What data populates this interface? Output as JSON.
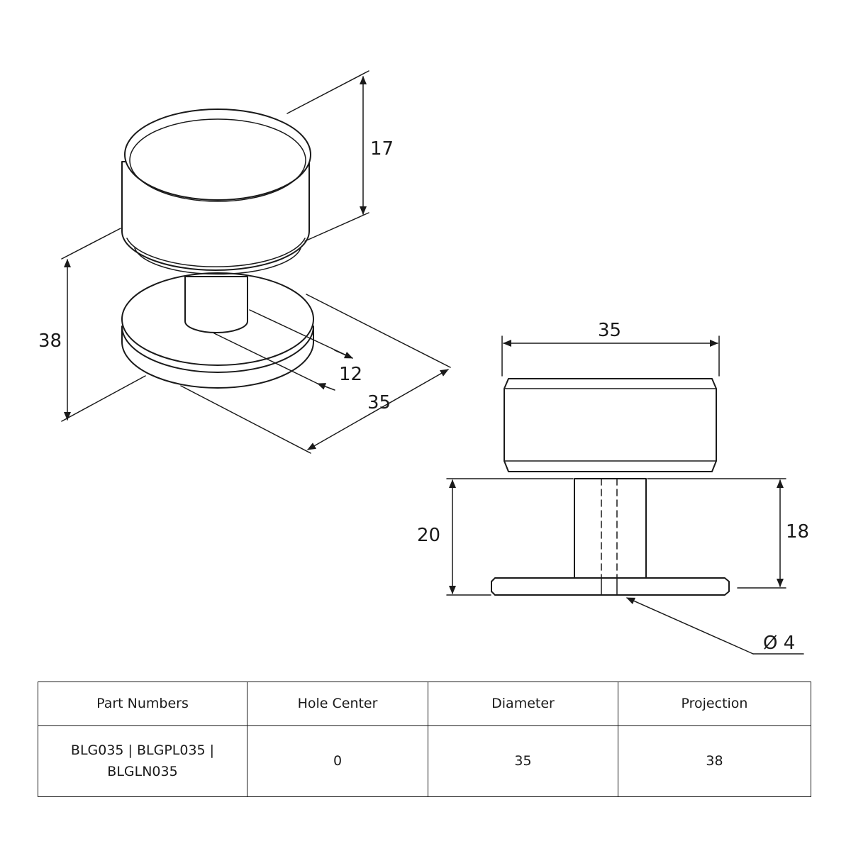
{
  "dimensions": {
    "iso_top_height": "17",
    "iso_total_height": "38",
    "iso_stem_diameter": "12",
    "iso_base_diameter": "35",
    "side_width": "35",
    "side_base_height": "20",
    "side_stem_height": "18",
    "hole_diameter": "Ø 4"
  },
  "table": {
    "headers": {
      "part_numbers": "Part Numbers",
      "hole_center": "Hole Center",
      "diameter": "Diameter",
      "projection": "Projection"
    },
    "row": {
      "part_numbers_line1": "BLG035 | BLGPL035 |",
      "part_numbers_line2": "BLGLN035",
      "hole_center": "0",
      "diameter": "35",
      "projection": "38"
    }
  }
}
